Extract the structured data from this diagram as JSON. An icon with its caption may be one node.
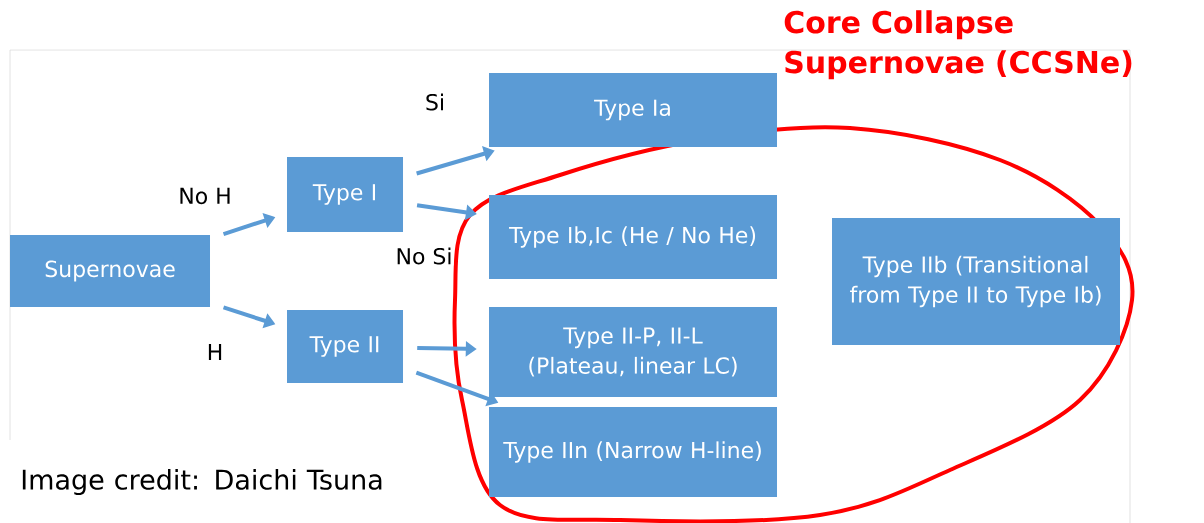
{
  "diagram": {
    "nodes": [
      {
        "text": [
          "Supernovae"
        ]
      },
      {
        "text": [
          "Type I"
        ]
      },
      {
        "text": [
          "Type II"
        ]
      },
      {
        "text": [
          "Type Ia"
        ]
      },
      {
        "text": [
          "Type Ib,Ic (He / No He)"
        ]
      },
      {
        "text": [
          "Type II-P, II-L (Plateau, linear LC)"
        ]
      },
      {
        "text": [
          "Type IIn (Narrow H-line)"
        ]
      },
      {
        "text": [
          "Type IIb (Transitional from Type II to Type Ib)"
        ]
      }
    ],
    "edges": [
      {
        "from": 0,
        "to": 1,
        "arrow": "to",
        "label": "No H"
      },
      {
        "from": 0,
        "to": 2,
        "arrow": "to",
        "label": "H"
      },
      {
        "from": 1,
        "to": 3,
        "arrow": "to",
        "label": "Si"
      },
      {
        "from": 1,
        "to": 4,
        "arrow": "to",
        "label": "No Si"
      },
      {
        "from": 2,
        "to": 5,
        "arrow": "to"
      },
      {
        "from": 2,
        "to": 6,
        "arrow": "to"
      }
    ],
    "labels": [
      "Core Collapse Supernovae (CCSNe)",
      "Image credit: Daichi Tsuna"
    ]
  }
}
